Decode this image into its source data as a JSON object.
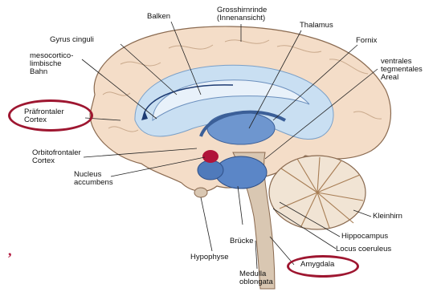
{
  "labels": {
    "grosshirnrinde": "Grosshirnrinde\n(Innenansicht)",
    "balken": "Balken",
    "thalamus": "Thalamus",
    "gyrus_cinguli": "Gyrus cinguli",
    "fornix": "Fornix",
    "mesocortico": "mesocortico-\nlimbische\nBahn",
    "vta": "ventrales\ntegmentales\nAreal",
    "praefrontaler": "Präfrontaler\nCortex",
    "orbitofrontaler": "Orbitofrontaler\nCortex",
    "nucleus": "Nucleus\naccumbens",
    "kleinhirn": "Kleinhirn",
    "hippocampus": "Hippocampus",
    "bruecke": "Brücke",
    "locus": "Locus coeruleus",
    "hypophyse": "Hypophyse",
    "amygdala": "Amygdala",
    "medulla": "Medulla\noblongata"
  },
  "stray_mark": ",",
  "colors": {
    "highlight": "#9e1630",
    "cortex": "#f4ddc8",
    "limbic": "#c9dff2",
    "subcortical": "#5b86c7",
    "cerebellum": "#a77d54"
  }
}
